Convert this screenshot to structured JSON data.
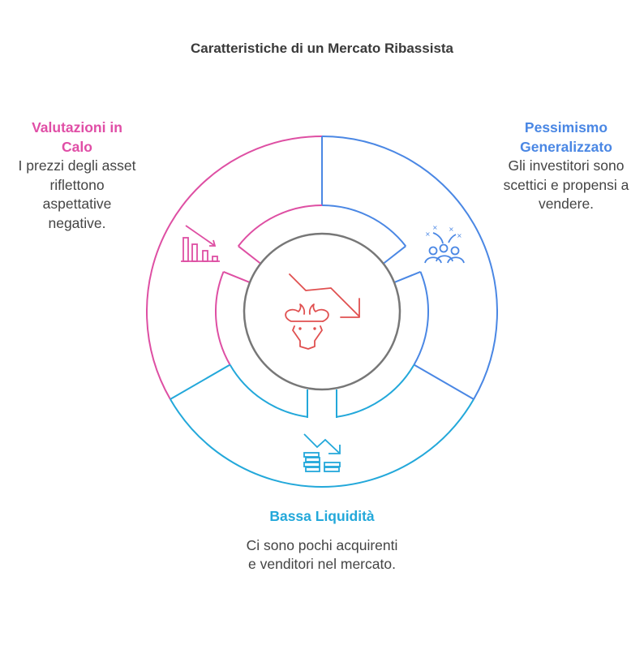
{
  "title": "Caratteristiche di un Mercato Ribassista",
  "colors": {
    "pink": "#de4fa3",
    "blue": "#4a87e4",
    "cyan": "#23a8da",
    "red": "#e05050",
    "gray": "#777777"
  },
  "sections": {
    "left": {
      "heading": "Valutazioni in Calo",
      "body": "I prezzi degli asset riflettono aspettative negative.",
      "icon": "declining-bar-chart-icon"
    },
    "right": {
      "heading": "Pessimismo Generalizzato",
      "body": "Gli investitori sono scettici e propensi a vendere.",
      "icon": "worried-crowd-icon"
    },
    "bottom": {
      "heading": "Bassa Liquidità",
      "body": "Ci sono pochi acquirenti e venditori nel mercato.",
      "icon": "coins-down-icon"
    }
  },
  "center": {
    "icon": "bear-market-bull-icon"
  }
}
